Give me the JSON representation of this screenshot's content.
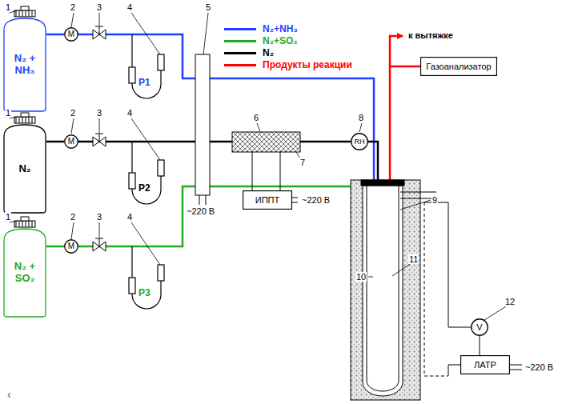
{
  "diagram": {
    "nodes": [
      {
        "text": [
          "N₂ + NH₃"
        ]
      },
      {
        "text": [
          "N₂"
        ]
      },
      {
        "text": [
          "N₂ + SO₂"
        ]
      },
      {
        "text": [
          "M"
        ]
      },
      {
        "text": [
          "M"
        ]
      },
      {
        "text": [
          "M"
        ]
      },
      {
        "text": [
          "ИППТ"
        ]
      },
      {
        "text": [
          "RH"
        ]
      },
      {
        "text": [
          "Газоанализатор"
        ]
      },
      {
        "text": [
          "V"
        ]
      },
      {
        "text": [
          "ЛАТР"
        ]
      }
    ],
    "edges": [
      {
        "from": 0,
        "to": 3,
        "arrow": "none"
      },
      {
        "from": 1,
        "to": 4,
        "arrow": "none"
      },
      {
        "from": 2,
        "to": 5,
        "arrow": "none"
      },
      {
        "from": 9,
        "to": 10,
        "arrow": "none"
      }
    ],
    "labels": [
      "1",
      "2",
      "3",
      "4",
      "1",
      "2",
      "3",
      "4",
      "1",
      "2",
      "3",
      "4",
      "5",
      "6",
      "7",
      "8",
      "9",
      "10",
      "11",
      "12",
      "P1",
      "P2",
      "P3",
      "~220 В",
      "~220 В",
      "~220 В",
      "к вытяжке",
      "‹"
    ],
    "legend": [
      {
        "text": "N₂+NH₃",
        "color": "#1f3fff"
      },
      {
        "text": "N₂+SO₂",
        "color": "#22aa22"
      },
      {
        "text": "N₂",
        "color": "#000000"
      },
      {
        "text": "Продукты реакции",
        "color": "#ff0000"
      }
    ]
  }
}
